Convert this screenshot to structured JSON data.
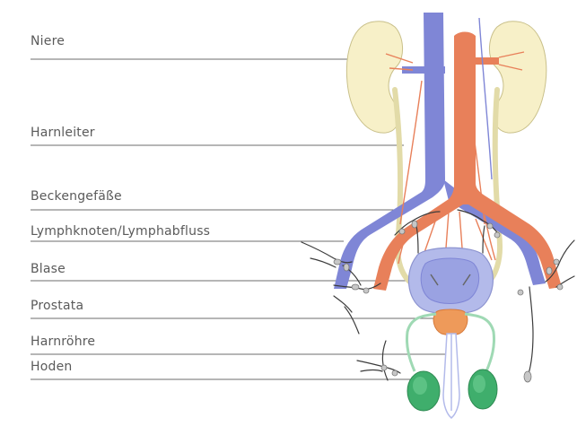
{
  "labels": {
    "niere": "Niere",
    "harnleiter": "Harnleiter",
    "beckengefaesse": "Beckengefäße",
    "lymph": "Lymphknoten/Lymphabfluss",
    "blase": "Blase",
    "prostata": "Prostata",
    "harnroehre": "Harnröhre",
    "hoden": "Hoden"
  },
  "colors": {
    "kidney": "#f7f0c8",
    "vein": "#7f86d6",
    "artery": "#e8805a",
    "bladder": "#b3baea",
    "prostate": "#ee9a5a",
    "testis": "#3fae6c",
    "lymph": "#3c3c3c",
    "leader": "#6e6e6e"
  }
}
